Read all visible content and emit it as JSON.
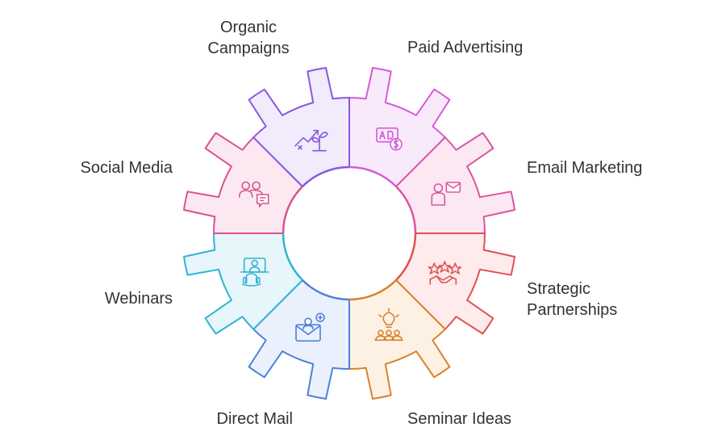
{
  "segments": [
    {
      "key": "paid",
      "label": "Paid Advertising",
      "stroke": "#d35bd8",
      "fill": "#f9eafb",
      "icon": "ad-dollar-icon"
    },
    {
      "key": "email",
      "label": "Email Marketing",
      "stroke": "#dc54a3",
      "fill": "#fbe8f2",
      "icon": "person-envelope-icon"
    },
    {
      "key": "partners",
      "label": "Strategic Partnerships",
      "stroke": "#e05155",
      "fill": "#fdeceb",
      "icon": "handshake-stars-icon"
    },
    {
      "key": "seminar",
      "label": "Seminar Ideas",
      "stroke": "#d9822b",
      "fill": "#fdf1e4",
      "icon": "lightbulb-audience-icon"
    },
    {
      "key": "direct",
      "label": "Direct Mail",
      "stroke": "#4f80d9",
      "fill": "#ebf1fc",
      "icon": "mail-user-plus-icon"
    },
    {
      "key": "webinars",
      "label": "Webinars",
      "stroke": "#2fb4d4",
      "fill": "#e7f6fb",
      "icon": "laptop-headset-icon"
    },
    {
      "key": "social",
      "label": "Social Media",
      "stroke": "#d9538f",
      "fill": "#fce8f1",
      "icon": "users-chat-icon"
    },
    {
      "key": "organic",
      "label": "Organic Campaigns",
      "stroke": "#8a57e0",
      "fill": "#f1ebfc",
      "icon": "growth-plant-icon"
    }
  ]
}
